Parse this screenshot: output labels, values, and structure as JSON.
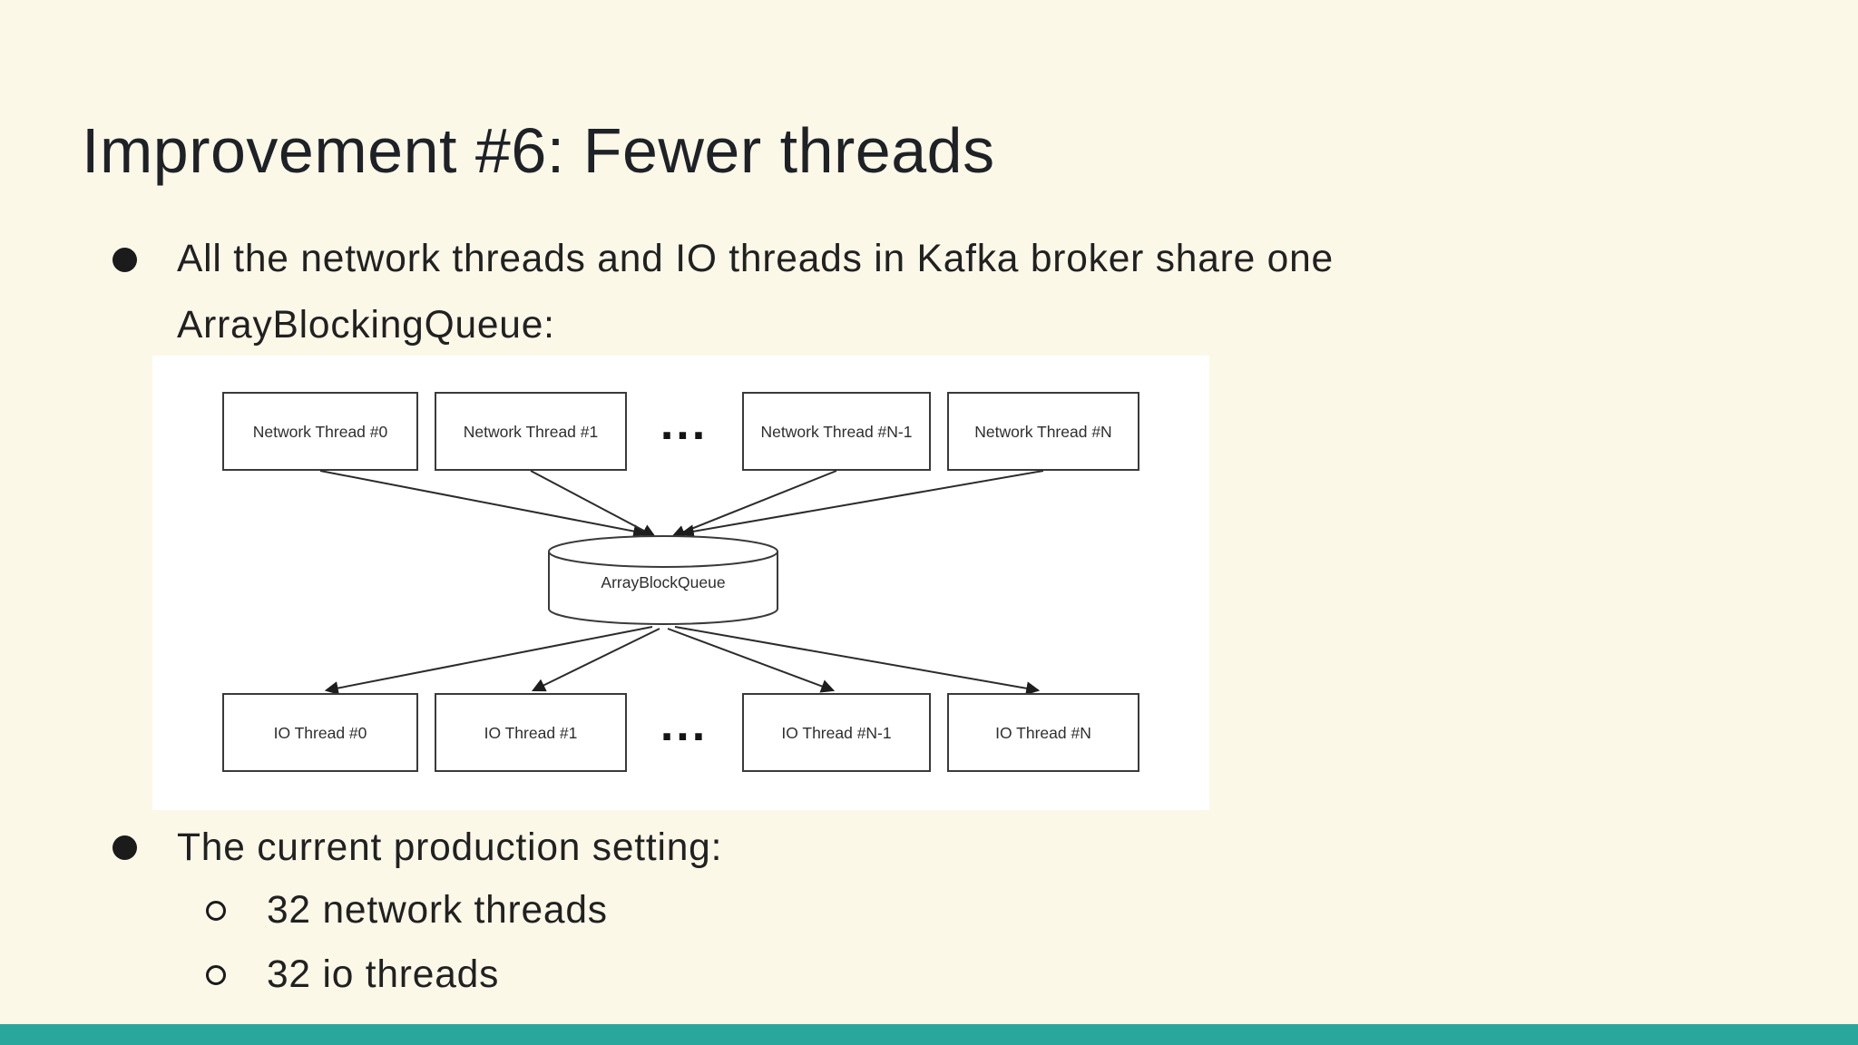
{
  "slide": {
    "title": "Improvement #6: Fewer threads",
    "bullet1": {
      "line1": "All the network threads and IO threads in Kafka broker share one",
      "line2": "ArrayBlockingQueue:"
    },
    "bullet2": "The current production setting:",
    "sub_bullets": [
      "32 network threads",
      "32 io threads"
    ],
    "colors": {
      "background": "#FCF8E8",
      "accent_bar": "#29A79D",
      "text": "#212121",
      "diagram_background": "#FFFFFF"
    }
  },
  "diagram": {
    "top_row": [
      "Network Thread #0",
      "Network Thread #1",
      "Network Thread #N-1",
      "Network Thread #N"
    ],
    "ellipsis": "...",
    "queue_label": "ArrayBlockQueue",
    "bottom_row": [
      "IO Thread #0",
      "IO Thread #1",
      "IO Thread #N-1",
      "IO Thread #N"
    ]
  }
}
